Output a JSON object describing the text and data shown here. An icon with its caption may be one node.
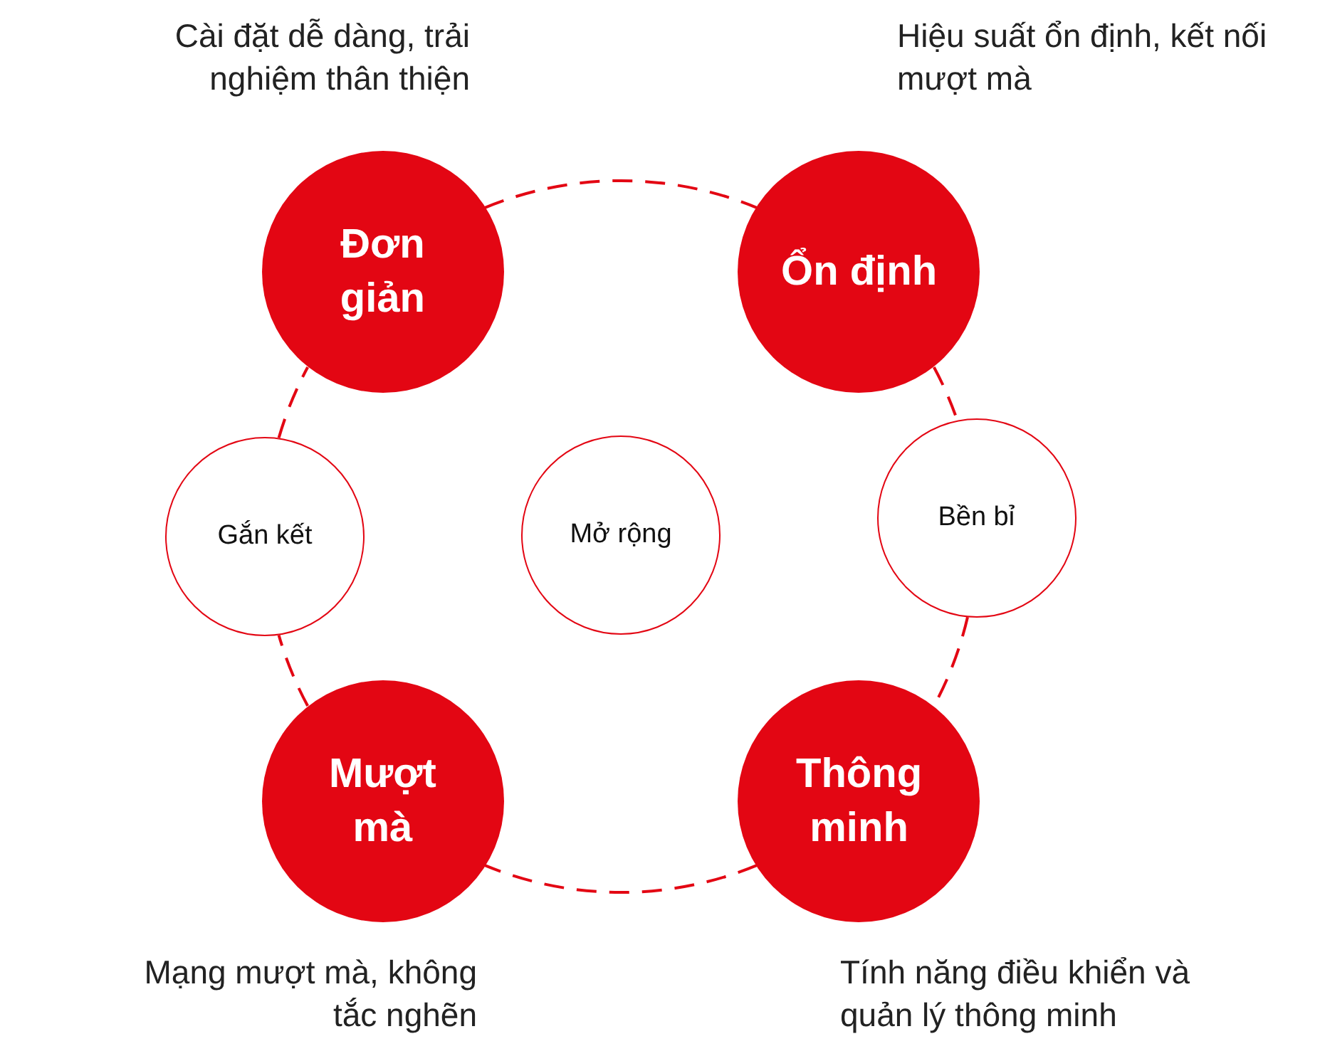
{
  "diagram": {
    "nodes": [
      {
        "text": [
          "Đơn giản"
        ],
        "beside": [
          "Cài đặt dễ dàng, trải nghiệm thân thiện"
        ]
      },
      {
        "text": [
          "Ổn định"
        ],
        "beside": [
          "Hiệu suất ổn định, kết nối mượt mà"
        ]
      },
      {
        "text": [
          "Gắn kết"
        ]
      },
      {
        "text": [
          "Mở rộng"
        ]
      },
      {
        "text": [
          "Bền bỉ"
        ]
      },
      {
        "text": [
          "Mượt mà"
        ],
        "beside": [
          "Mạng mượt mà, không tắc nghẽn"
        ]
      },
      {
        "text": [
          "Thông minh"
        ],
        "beside": [
          "Tính năng điều khiển và quản lý thông minh"
        ]
      }
    ],
    "edges": [
      {
        "from": 0,
        "to": 1,
        "arrow": "none",
        "style": "dashed"
      },
      {
        "from": 1,
        "to": 4,
        "arrow": "none",
        "style": "dashed"
      },
      {
        "from": 4,
        "to": 6,
        "arrow": "none",
        "style": "dashed"
      },
      {
        "from": 6,
        "to": 5,
        "arrow": "none",
        "style": "dashed"
      },
      {
        "from": 5,
        "to": 2,
        "arrow": "none",
        "style": "dashed"
      },
      {
        "from": 2,
        "to": 0,
        "arrow": "none",
        "style": "dashed"
      }
    ]
  }
}
